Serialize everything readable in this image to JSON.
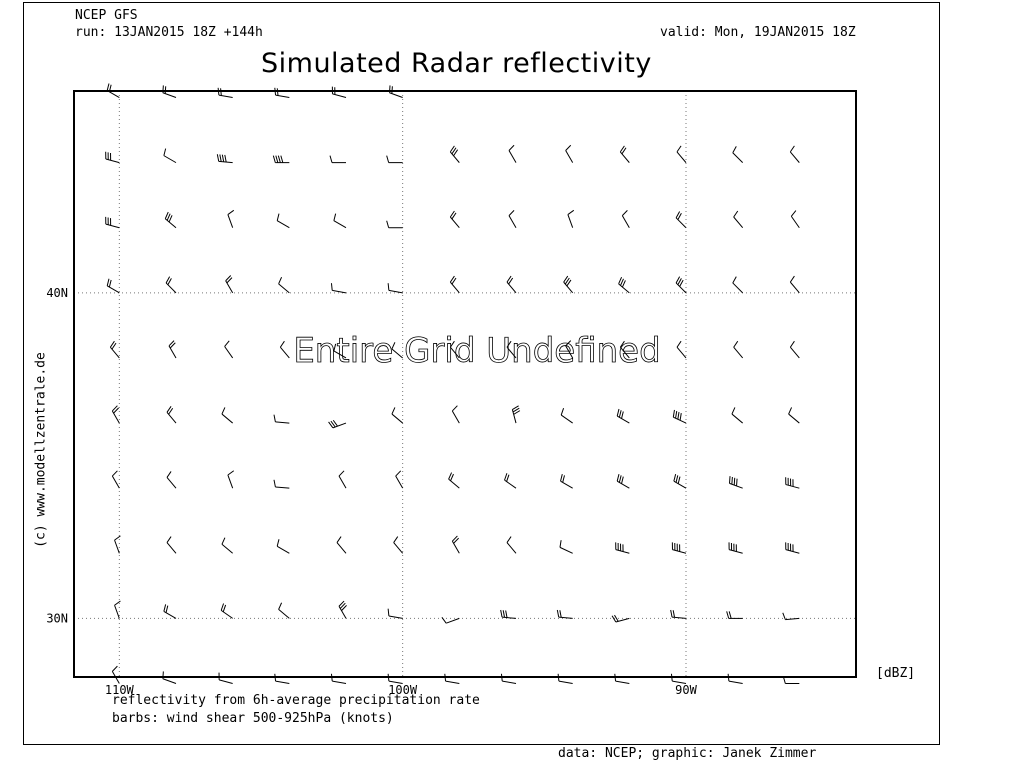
{
  "header": {
    "model": "NCEP GFS",
    "run": "run: 13JAN2015 18Z +144h",
    "valid": "valid: Mon, 19JAN2015 18Z"
  },
  "credit_side": "(c) www.modellzentrale.de",
  "footer": "data: NCEP; graphic: Janek Zimmer",
  "notes": [
    "reflectivity from 6h-average precipitation rate",
    "barbs: wind shear 500-925hPa (knots)"
  ],
  "unit_label": "[dBZ]",
  "chart_data": {
    "type": "barbs",
    "title": "Simulated Radar reflectivity",
    "overlay_text": "Entire Grid Undefined",
    "x_ticks": [
      "110W",
      "100W",
      "90W"
    ],
    "y_ticks": [
      "40N",
      "30N"
    ],
    "x_tick_values": [
      -110,
      -100,
      -90
    ],
    "y_tick_values": [
      40,
      30
    ],
    "xlim": [
      -111.6,
      -84.0
    ],
    "ylim": [
      28.2,
      46.2
    ],
    "grid": true,
    "barb_lons": [
      -110,
      -108,
      -106,
      -104,
      -102,
      -100,
      -98,
      -96,
      -94,
      -92,
      -90,
      -88,
      -86
    ],
    "barb_lats": [
      46,
      44,
      42,
      40,
      38,
      36,
      34,
      32,
      30,
      28
    ],
    "barb_dirs": [
      [
        300,
        290,
        280,
        280,
        285,
        290,
        null,
        null,
        null,
        null,
        null,
        null,
        null
      ],
      [
        285,
        300,
        275,
        270,
        270,
        270,
        320,
        330,
        330,
        320,
        320,
        315,
        320
      ],
      [
        285,
        310,
        340,
        300,
        300,
        270,
        320,
        330,
        340,
        330,
        315,
        320,
        325
      ],
      [
        300,
        315,
        330,
        310,
        280,
        280,
        320,
        320,
        320,
        310,
        315,
        315,
        320
      ],
      [
        320,
        330,
        325,
        320,
        300,
        310,
        320,
        320,
        330,
        320,
        320,
        320,
        320
      ],
      [
        330,
        320,
        310,
        275,
        250,
        310,
        330,
        345,
        305,
        300,
        295,
        310,
        310
      ],
      [
        330,
        320,
        340,
        275,
        330,
        330,
        310,
        305,
        300,
        300,
        300,
        290,
        285
      ],
      [
        340,
        320,
        310,
        300,
        320,
        320,
        330,
        320,
        295,
        285,
        285,
        285,
        285
      ],
      [
        340,
        300,
        305,
        310,
        330,
        280,
        250,
        275,
        275,
        255,
        275,
        270,
        265
      ],
      [
        330,
        290,
        285,
        280,
        280,
        280,
        280,
        280,
        280,
        280,
        280,
        280,
        270
      ]
    ],
    "barb_speeds": [
      [
        20,
        20,
        20,
        20,
        20,
        20,
        null,
        null,
        null,
        null,
        null,
        null,
        null
      ],
      [
        30,
        10,
        40,
        40,
        10,
        10,
        30,
        10,
        10,
        20,
        10,
        10,
        10
      ],
      [
        30,
        30,
        10,
        10,
        10,
        10,
        20,
        10,
        10,
        10,
        20,
        10,
        10
      ],
      [
        20,
        20,
        20,
        10,
        10,
        10,
        20,
        20,
        30,
        30,
        30,
        10,
        10
      ],
      [
        20,
        20,
        10,
        10,
        10,
        10,
        10,
        10,
        10,
        10,
        10,
        10,
        10
      ],
      [
        20,
        20,
        10,
        10,
        30,
        10,
        10,
        30,
        10,
        30,
        40,
        10,
        10
      ],
      [
        10,
        10,
        10,
        10,
        10,
        10,
        20,
        20,
        20,
        30,
        30,
        40,
        40
      ],
      [
        10,
        10,
        10,
        10,
        10,
        10,
        20,
        10,
        10,
        40,
        40,
        40,
        40
      ],
      [
        10,
        20,
        20,
        10,
        30,
        10,
        10,
        30,
        20,
        20,
        20,
        20,
        10
      ],
      [
        10,
        10,
        10,
        10,
        10,
        10,
        10,
        10,
        10,
        10,
        10,
        10,
        10
      ]
    ]
  }
}
